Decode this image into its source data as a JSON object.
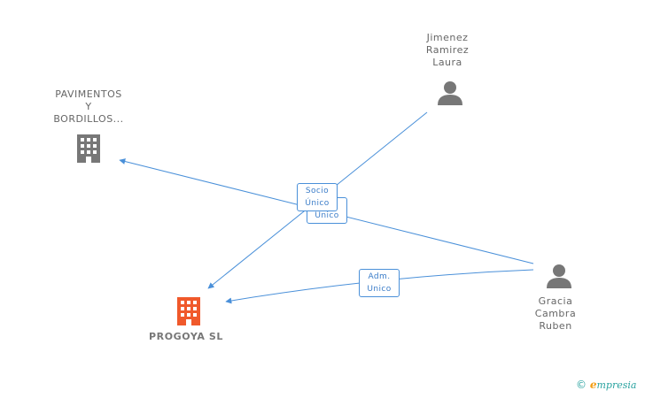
{
  "nodes": {
    "pavimentos": {
      "lines": [
        "PAVIMENTOS",
        "Y",
        "BORDILLOS..."
      ]
    },
    "progoya": {
      "label": "PROGOYA SL"
    },
    "jimenez": {
      "lines": [
        "Jimenez",
        "Ramirez",
        "Laura"
      ]
    },
    "gracia": {
      "lines": [
        "Gracia",
        "Cambra",
        "Ruben"
      ]
    }
  },
  "edges": {
    "socio_unico": {
      "lines": [
        "Socio",
        "Único"
      ]
    },
    "unico_back": {
      "lines": [
        "Unico"
      ]
    },
    "adm_unico": {
      "lines": [
        "Adm.",
        "Unico"
      ]
    }
  },
  "colors": {
    "edge": "#4a90d9",
    "person_icon": "#777777",
    "company_icon": "#777777",
    "main_company_icon": "#f0592b"
  },
  "brand": {
    "copyright": "©",
    "logo_letter": "e",
    "logo_text": "mpresia"
  }
}
